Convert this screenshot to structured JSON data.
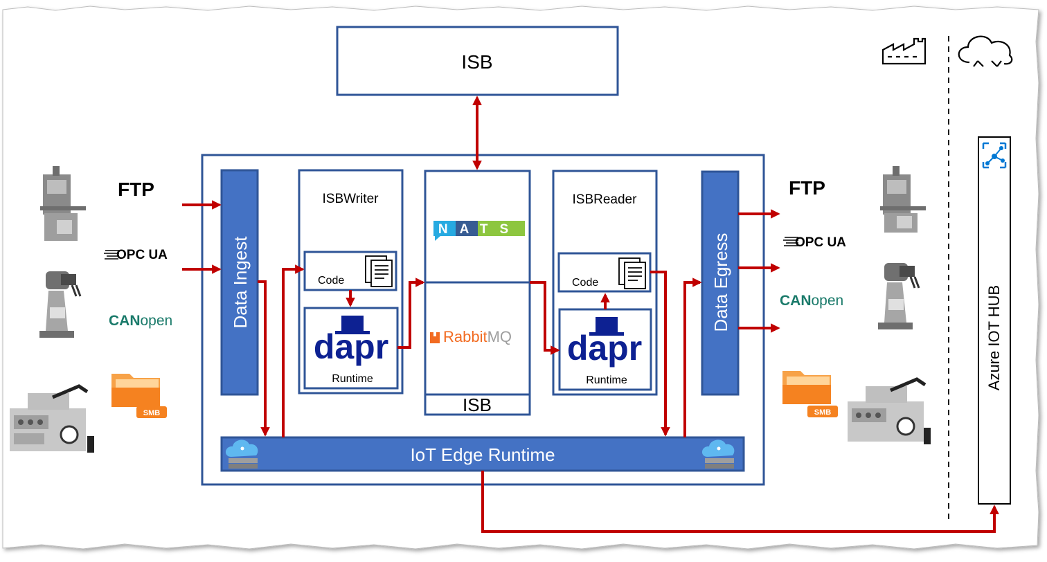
{
  "top": {
    "isb": "ISB"
  },
  "left": {
    "ftp": "FTP",
    "opcua": "OPC UA",
    "can": "CAN",
    "open": "open",
    "smb": "SMB"
  },
  "right": {
    "ftp": "FTP",
    "opcua": "OPC UA",
    "can": "CAN",
    "open": "open",
    "smb": "SMB"
  },
  "edge": {
    "data_ingest": "Data Ingest",
    "data_egress": "Data Egress",
    "iot_runtime": "IoT Edge Runtime",
    "writer": {
      "title": "ISBWriter",
      "code": "Code",
      "dapr": "dapr",
      "runtime": "Runtime"
    },
    "reader": {
      "title": "ISBReader",
      "code": "Code",
      "dapr": "dapr",
      "runtime": "Runtime"
    },
    "bus": {
      "nats": "NATS",
      "rabbit_a": "Rabbit",
      "rabbit_b": "MQ",
      "isb": "ISB"
    }
  },
  "cloud": {
    "azure": "Azure IOT HUB"
  },
  "icons": {
    "factory": "factory-icon",
    "cloud": "cloud-sync-icon",
    "iothub": "iot-hub-icon",
    "edge_cloud": "edge-cloud-server-icon",
    "document": "document-icon",
    "folder": "folder-icon"
  },
  "colors": {
    "blue_border": "#2f5597",
    "blue_fill": "#4472c4",
    "arrow_red": "#c00000",
    "dapr_navy": "#0d2192",
    "rabbit_orange": "#f26b21",
    "can_teal": "#1a7a6a"
  }
}
